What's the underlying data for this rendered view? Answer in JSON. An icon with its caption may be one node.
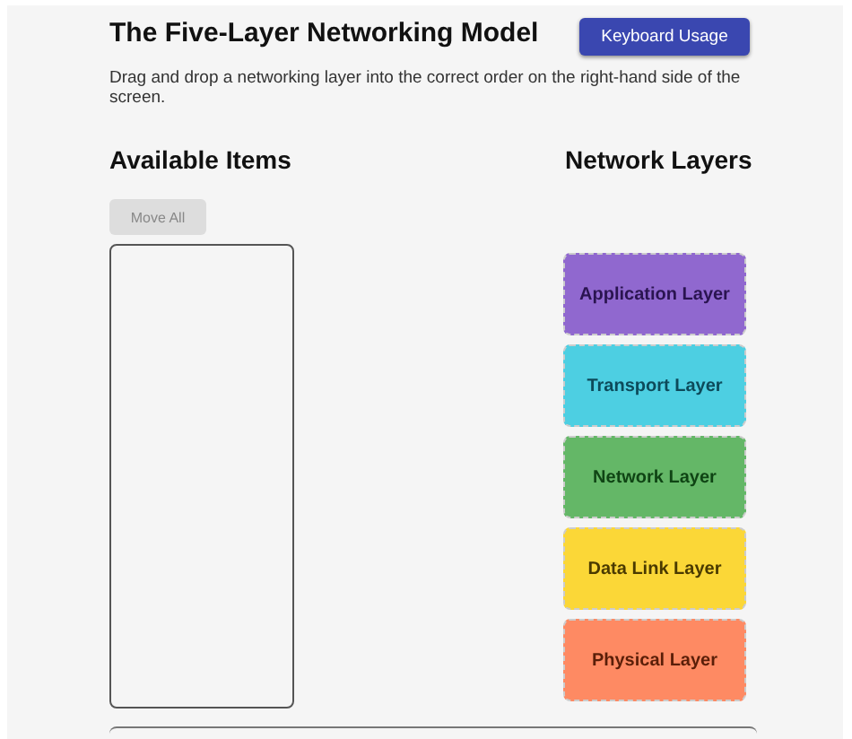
{
  "diagram": {
    "title": "The Five-Layer Networking Model",
    "nodes": [
      {
        "text": [],
        "shape": "box"
      },
      {
        "text": [
          "Application Layer"
        ]
      },
      {
        "text": [
          "Transport Layer"
        ]
      },
      {
        "text": [
          "Network Layer"
        ]
      },
      {
        "text": [
          "Data Link Layer"
        ]
      },
      {
        "text": [
          "Physical Layer"
        ]
      }
    ],
    "labels": [
      "Keyboard Usage",
      "Drag and drop a networking layer into the correct order on the right-hand side of the screen.",
      "Available Items",
      "Move All",
      "Network Layers"
    ]
  }
}
